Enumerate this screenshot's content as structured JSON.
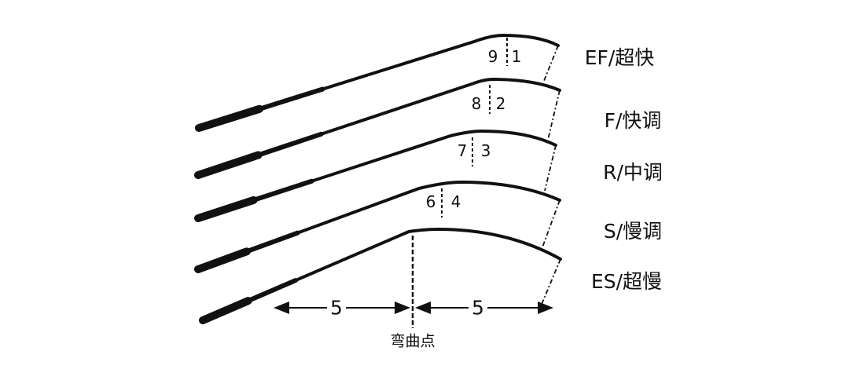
{
  "rods": [
    {
      "action_label": "EF/超快",
      "left_ratio": "9",
      "right_ratio": "1"
    },
    {
      "action_label": "F/快调",
      "left_ratio": "8",
      "right_ratio": "2"
    },
    {
      "action_label": "R/中调",
      "left_ratio": "7",
      "right_ratio": "3"
    },
    {
      "action_label": "S/慢调",
      "left_ratio": "6",
      "right_ratio": "4"
    },
    {
      "action_label": "ES/超慢",
      "left_ratio": "",
      "right_ratio": ""
    }
  ],
  "dimension": {
    "left_value": "5",
    "right_value": "5",
    "bend_point_label": "弯曲点"
  },
  "colors": {
    "ink": "#111111",
    "background": "#ffffff"
  }
}
